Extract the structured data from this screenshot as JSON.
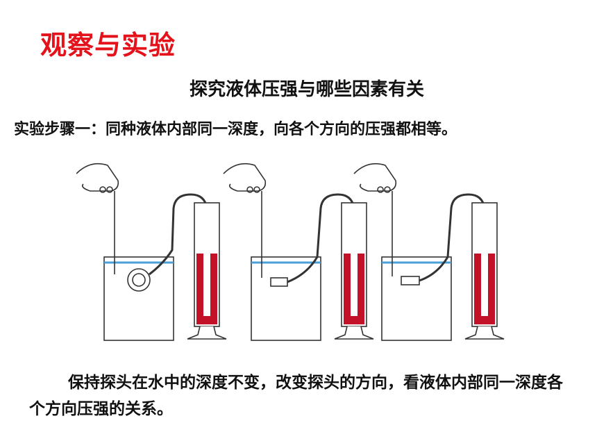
{
  "header": {
    "title": "观察与实验"
  },
  "section": {
    "subtitle": "探究液体压强与哪些因素有关",
    "step": "实验步骤一：同种液体内部同一深度，向各个方向的压强都相等。"
  },
  "figure": {
    "setups": [
      {
        "probe_direction": "sideways"
      },
      {
        "probe_direction": "up"
      },
      {
        "probe_direction": "down"
      }
    ],
    "colors": {
      "liquid": "#c4112a",
      "water_line": "#4a9fd6",
      "outline": "#333333"
    }
  },
  "body": {
    "paragraph": "保持探头在水中的深度不变，改变探头的方向，看液体内部同一深度各个方向压强的关系。"
  }
}
